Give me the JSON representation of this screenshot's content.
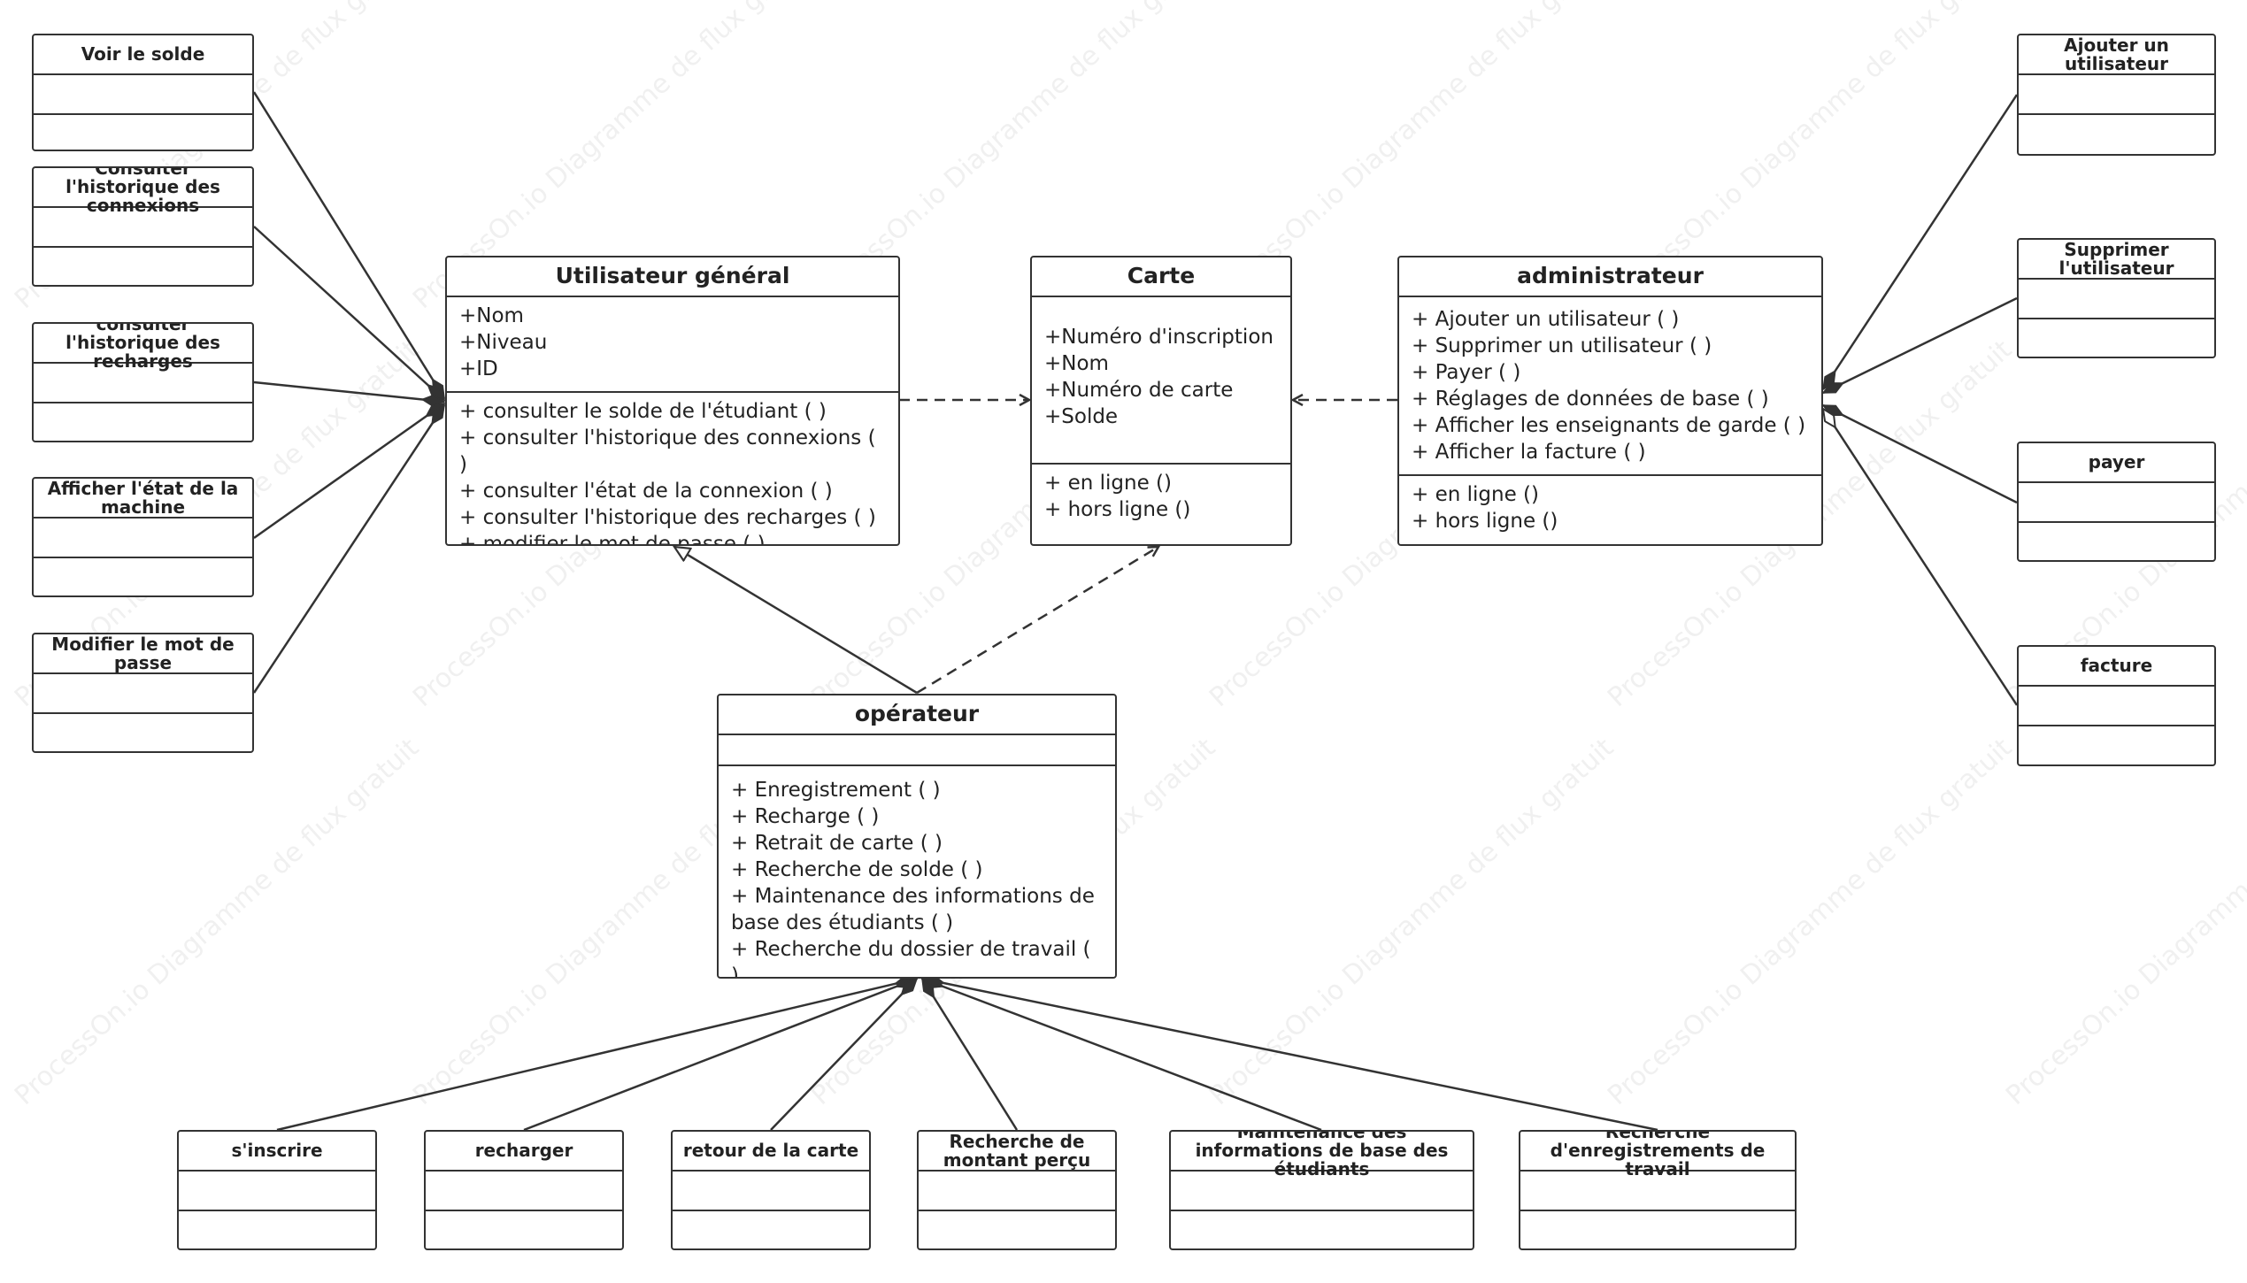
{
  "watermark": "ProcessOn.io Diagramme de flux gratuit",
  "classes": {
    "utilisateur": {
      "name": "Utilisateur général",
      "attributes": "+Nom\n+Niveau\n+ID",
      "methods": "+ consulter le solde de l'étudiant ( )\n+ consulter l'historique des connexions ( )\n+ consulter l'état de la connexion ( )\n+ consulter l'historique des recharges ( )\n+ modifier le mot de passe ( )"
    },
    "carte": {
      "name": "Carte",
      "attributes": "+Numéro d'inscription\n+Nom\n+Numéro de carte\n+Solde",
      "methods": "+ en ligne ()\n+ hors ligne ()"
    },
    "admin": {
      "name": "administrateur",
      "attributes": "+ Ajouter un utilisateur ( )\n+ Supprimer un utilisateur ( )\n+ Payer ( )\n+ Réglages de données de base ( )\n+ Afficher les enseignants de garde ( )\n+ Afficher la facture ( )",
      "methods": "+ en ligne ()\n+ hors ligne ()"
    },
    "operateur": {
      "name": "opérateur",
      "attributes": "",
      "methods": "+ Enregistrement ( )\n+ Recharge ( )\n+ Retrait de carte ( )\n+ Recherche de solde ( )\n+ Maintenance des informations de base des étudiants ( )\n+ Recherche du dossier de travail ( )"
    }
  },
  "left_boxes": [
    "Voir le solde",
    "Consulter l'historique des connexions",
    "consulter l'historique des recharges",
    "Afficher l'état de la machine",
    "Modifier le mot de passe"
  ],
  "right_boxes": [
    "Ajouter un utilisateur",
    "Supprimer l'utilisateur",
    "payer",
    "facture"
  ],
  "bottom_boxes": [
    "s'inscrire",
    "recharger",
    "retour de la carte",
    "Recherche de montant perçu",
    "Maintenance des informations de base des étudiants",
    "Recherche d'enregistrements de travail"
  ]
}
